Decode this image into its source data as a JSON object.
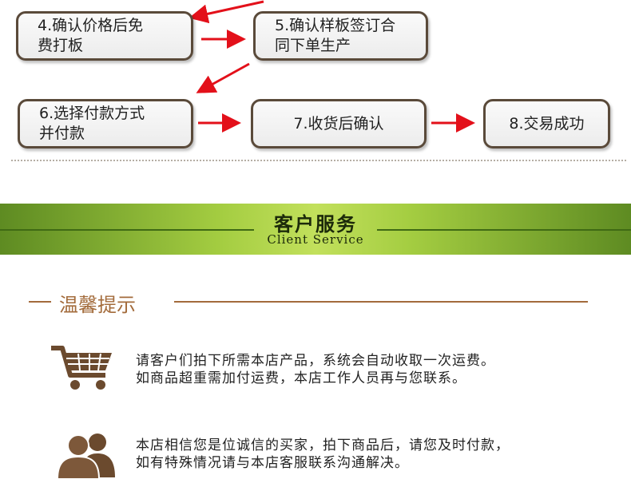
{
  "flow": {
    "steps": [
      {
        "id": "4",
        "label": "4.确认价格后免\n费打板"
      },
      {
        "id": "5",
        "label": "5.确认样板签订合\n同下单生产"
      },
      {
        "id": "6",
        "label": "6.选择付款方式\n并付款"
      },
      {
        "id": "7",
        "label": "7.收货后确认"
      },
      {
        "id": "8",
        "label": "8.交易成功"
      }
    ],
    "arrow_color": "#e3101a"
  },
  "banner": {
    "title": "客户服务",
    "subtitle": "Client Service"
  },
  "tips": {
    "heading": "温馨提示",
    "items": [
      {
        "icon": "shopping-cart-icon",
        "text": "请客户们拍下所需本店产品，系统会自动收取一次运费。\n如商品超重需加付运费，本店工作人员再与您联系。"
      },
      {
        "icon": "customer-service-people-icon",
        "text": "本店相信您是位诚信的买家，拍下商品后，请您及时付款，\n如有特殊情况请与本店客服联系沟通解决。"
      }
    ],
    "accent_color": "#a36b3b",
    "icon_color": "#6b4a2e"
  }
}
